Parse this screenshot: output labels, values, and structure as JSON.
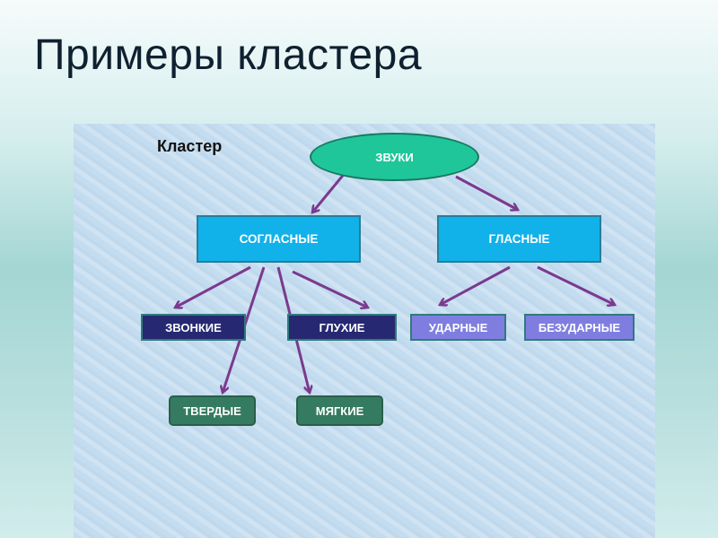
{
  "slide": {
    "title": "Примеры кластера"
  },
  "diagram": {
    "label": "Кластер",
    "root": "ЗВУКИ",
    "level1": [
      "СОГЛАСНЫЕ",
      "ГЛАСНЫЕ"
    ],
    "consonant_children": [
      "ЗВОНКИЕ",
      "ГЛУХИЕ",
      "ТВЕРДЫЕ",
      "МЯГКИЕ"
    ],
    "vowel_children": [
      "УДАРНЫЕ",
      "БЕЗУДАРНЫЕ"
    ],
    "colors": {
      "arrow": "#7a3a8e",
      "root": "#1fc699",
      "level1": "#11b1e9",
      "dark": "#272872",
      "lavender": "#7f7ee0",
      "green": "#357b62"
    }
  }
}
